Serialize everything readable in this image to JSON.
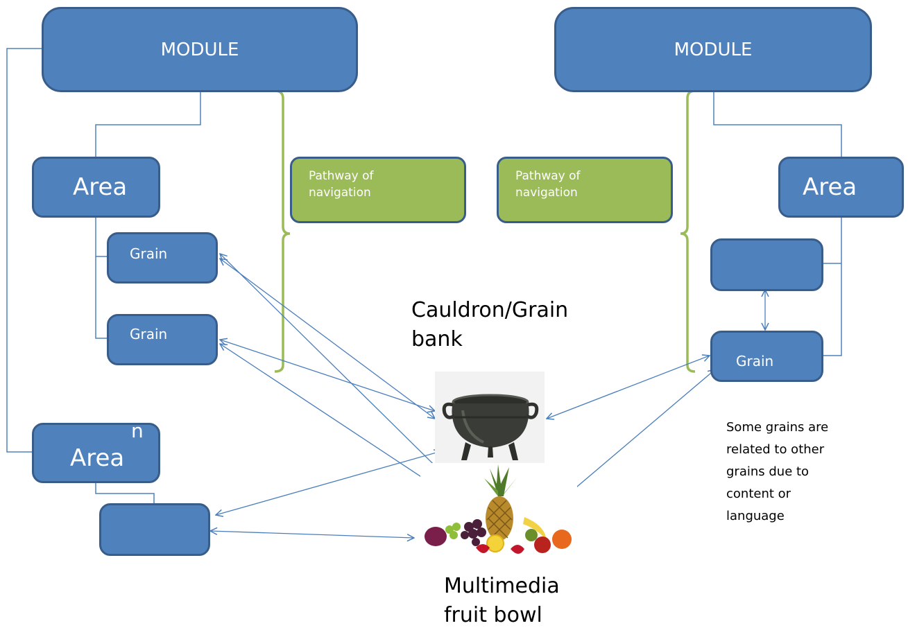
{
  "modules": {
    "left_title": "MODULE",
    "right_title": "MODULE"
  },
  "areas": {
    "left_top": "Area",
    "left_bottom": "Area",
    "left_bottom_stray": "n",
    "right": "Area"
  },
  "grains": {
    "left_1": "Grain",
    "left_2": "Grain",
    "right": "Grain"
  },
  "navigation": {
    "left_label": "Pathway of navigation",
    "right_label": "Pathway of navigation"
  },
  "resources": {
    "cauldron_label": "Cauldron/Grain bank",
    "fruit_bowl_label": "Multimedia fruit bowl"
  },
  "note": "Some grains are related to other grains due to content or language",
  "colors": {
    "box_fill": "#4f81bd",
    "box_border": "#385d8a",
    "pathway_fill": "#9bbb59",
    "bracket": "#9bbb59",
    "connector": "#4f81bd",
    "arrow": "#4a7ebb"
  },
  "icons": [
    "cauldron-image",
    "fruit-bowl-image"
  ]
}
